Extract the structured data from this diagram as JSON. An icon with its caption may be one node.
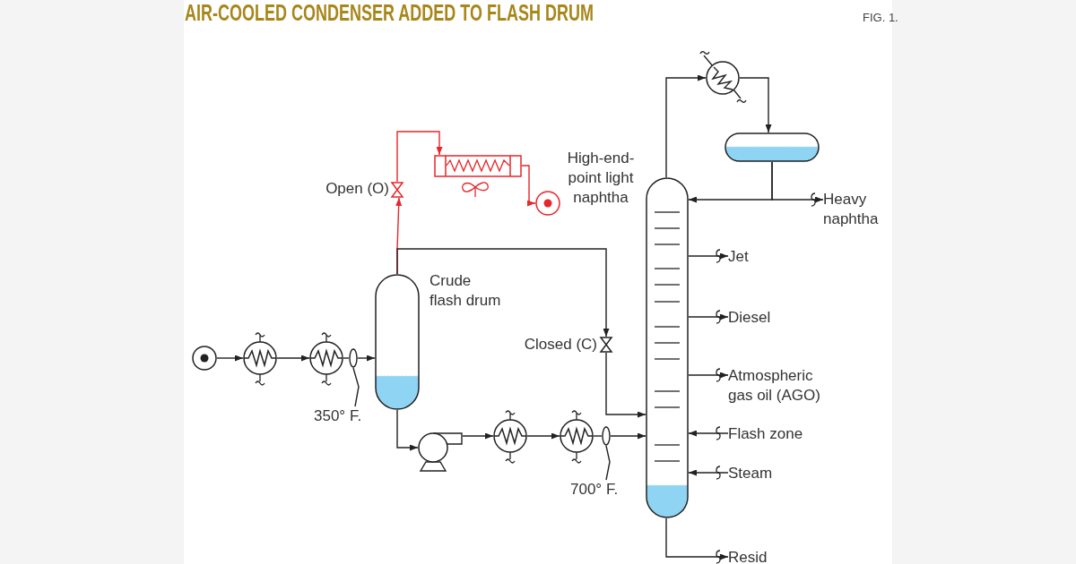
{
  "diagram": {
    "title": "AIR-COOLED CONDENSER ADDED TO FLASH DRUM",
    "nodes": [
      {
        "text": [],
        "shape": "circle"
      },
      {
        "text": [],
        "shape": "circle"
      },
      {
        "text": [],
        "shape": "circle"
      },
      {
        "text": [],
        "shape": "ellipse"
      },
      {
        "text": [
          "350° F."
        ]
      },
      {
        "text": [],
        "shape": "cylinder",
        "beside": [
          "Crude flash drum"
        ]
      },
      {
        "text": [],
        "shape": "valve",
        "beside": [
          "Open (O)"
        ]
      },
      {
        "text": [],
        "shape": "box"
      },
      {
        "text": [],
        "shape": "circle",
        "beside": [
          "High-end-point light naphtha"
        ]
      },
      {
        "text": [],
        "shape": "valve",
        "beside": [
          "Closed (C)"
        ]
      },
      {
        "text": [],
        "shape": "pump"
      },
      {
        "text": [],
        "shape": "circle"
      },
      {
        "text": [],
        "shape": "circle"
      },
      {
        "text": [],
        "shape": "ellipse"
      },
      {
        "text": [
          "700° F."
        ]
      },
      {
        "text": [],
        "shape": "cylinder"
      },
      {
        "text": [],
        "shape": "circle"
      },
      {
        "text": [],
        "shape": "cylinder"
      },
      {
        "text": [
          "Heavy naphtha"
        ]
      },
      {
        "text": [
          "Jet"
        ]
      },
      {
        "text": [
          "Diesel"
        ]
      },
      {
        "text": [
          "Atmospheric gas oil (AGO)"
        ]
      },
      {
        "text": [
          "Flash zone"
        ]
      },
      {
        "text": [
          "Steam"
        ]
      },
      {
        "text": [
          "Resid"
        ]
      }
    ],
    "edges": [
      {
        "from": 0,
        "to": 1,
        "arrow": "to"
      },
      {
        "from": 1,
        "to": 2,
        "arrow": "to"
      },
      {
        "from": 2,
        "to": 3,
        "arrow": "none"
      },
      {
        "from": 3,
        "to": 5,
        "arrow": "to"
      },
      {
        "from": 4,
        "to": 3,
        "arrow": "none"
      },
      {
        "from": 5,
        "to": 6,
        "arrow": "to",
        "color": "#e8262b"
      },
      {
        "from": 5,
        "to": 9,
        "arrow": "to"
      },
      {
        "from": 6,
        "to": 7,
        "arrow": "to",
        "color": "#e8262b"
      },
      {
        "from": 7,
        "to": 8,
        "arrow": "to",
        "color": "#e8262b"
      },
      {
        "from": 9,
        "to": 15,
        "arrow": "to"
      },
      {
        "from": 5,
        "to": 10,
        "arrow": "to"
      },
      {
        "from": 10,
        "to": 11,
        "arrow": "to"
      },
      {
        "from": 11,
        "to": 12,
        "arrow": "to"
      },
      {
        "from": 12,
        "to": 13,
        "arrow": "none"
      },
      {
        "from": 13,
        "to": 15,
        "arrow": "to"
      },
      {
        "from": 14,
        "to": 13,
        "arrow": "none"
      },
      {
        "from": 15,
        "to": 16,
        "arrow": "to"
      },
      {
        "from": 16,
        "to": 17,
        "arrow": "to"
      },
      {
        "from": 17,
        "to": 15,
        "arrow": "to"
      },
      {
        "from": 17,
        "to": 18,
        "arrow": "to"
      },
      {
        "from": 15,
        "to": 19,
        "arrow": "to"
      },
      {
        "from": 15,
        "to": 20,
        "arrow": "to"
      },
      {
        "from": 15,
        "to": 21,
        "arrow": "to"
      },
      {
        "from": 22,
        "to": 15,
        "arrow": "to"
      },
      {
        "from": 23,
        "to": 15,
        "arrow": "to"
      },
      {
        "from": 15,
        "to": 24,
        "arrow": "to"
      }
    ],
    "labels": [
      "FIG. 1."
    ]
  }
}
